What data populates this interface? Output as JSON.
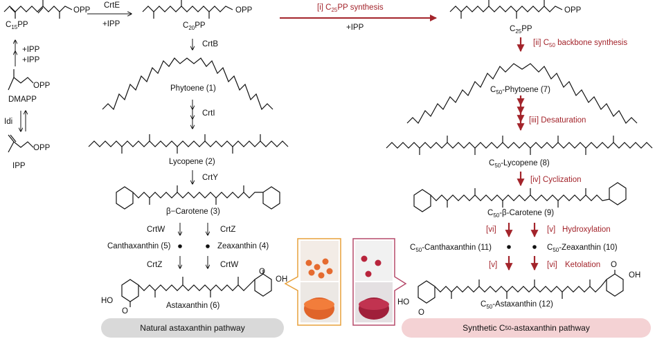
{
  "colors": {
    "accent_red": "#a3242b",
    "natural_pill": "#d9d9d9",
    "synthetic_pill": "#f4d2d4",
    "orange_frame": "#e7a03a",
    "pink_frame": "#b54a6a"
  },
  "natural": {
    "c15pp": "C",
    "c15pp_sub": "15",
    "c15pp_tail": "PP",
    "opp1": "OPP",
    "crte": "CrtE",
    "ipp_plus1": "+IPP",
    "c20pp": "C",
    "c20pp_sub": "20",
    "c20pp_tail": "PP",
    "opp2": "OPP",
    "ipp_up1": "+IPP",
    "ipp_up2": "+IPP",
    "dmapp_opp": "OPP",
    "dmapp": "DMAPP",
    "idi": "Idi",
    "ipp_opp": "OPP",
    "ipp": "IPP",
    "crtb": "CrtB",
    "phytoene": "Phytoene (1)",
    "crti": "CrtI",
    "lycopene": "Lycopene (2)",
    "crty": "CrtY",
    "carotene": "β−Carotene (3)",
    "crtw1": "CrtW",
    "crtz1": "CrtZ",
    "canthaxanthin": "Canthaxanthin (5)",
    "zeaxanthin": "Zeaxanthin (4)",
    "crtz2": "CrtZ",
    "crtw2": "CrtW",
    "astaxanthin": "Astaxanthin (6)",
    "ho": "HO",
    "o_left": "O",
    "o_right": "O",
    "oh_right": "OH",
    "pathway_label": "Natural astaxanthin pathway"
  },
  "synthetic": {
    "step1_pre": "[i] C",
    "step1_sub": "25",
    "step1_post": "PP synthesis",
    "step1_ipp": "+IPP",
    "c25pp": "C",
    "c25pp_sub": "25",
    "c25pp_tail": "PP",
    "opp": "OPP",
    "step2_pre": "[ii] C",
    "step2_sub": "50",
    "step2_post": " backbone synthesis",
    "phytoene_pre": "C",
    "phytoene_sub": "50",
    "phytoene_post": "-Phytoene (7)",
    "step3": "[iii] Desaturation",
    "lycopene_pre": "C",
    "lycopene_sub": "50",
    "lycopene_post": "-Lycopene (8)",
    "step4": "[iv] Cyclization",
    "carotene_pre": "C",
    "carotene_sub": "50",
    "carotene_post": "-β-Carotene (9)",
    "vi_a": "[vi]",
    "v_a": "[v]",
    "hydroxylation": "Hydroxylation",
    "cantha_pre": "C",
    "cantha_sub": "50",
    "cantha_post": "-Canthaxanthin (11)",
    "zea_pre": "C",
    "zea_sub": "50",
    "zea_post": "-Zeaxanthin (10)",
    "v_b": "[v]",
    "vi_b": "[vi]",
    "ketolation": "Ketolation",
    "asta_pre": "C",
    "asta_sub": "50",
    "asta_post": "-Astaxanthin (12)",
    "ho": "HO",
    "o_left": "O",
    "o_right": "O",
    "oh_right": "OH",
    "pathway_label_pre": "Synthetic C",
    "pathway_label_sub": "50",
    "pathway_label_post": "-astaxanthin pathway"
  }
}
